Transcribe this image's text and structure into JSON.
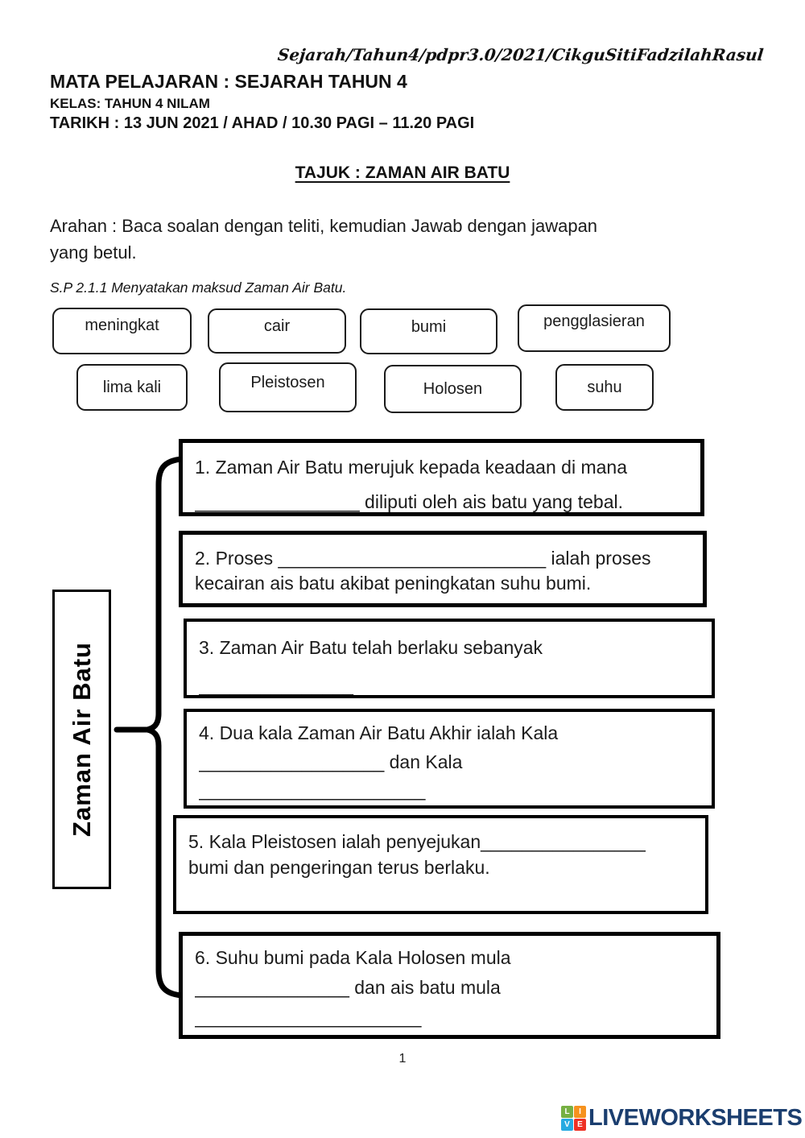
{
  "header": {
    "handwritten": "Sejarah/Tahun4/pdpr3.0/2021/CikguSitiFadzilahRasul",
    "subject": "MATA PELAJARAN : SEJARAH TAHUN 4",
    "class": "KELAS: TAHUN 4 NILAM",
    "date": "TARIKH : 13 JUN 2021 / AHAD / 10.30 PAGI – 11.20 PAGI",
    "title": "TAJUK : ZAMAN AIR BATU"
  },
  "instructions": {
    "line1": "Arahan : Baca soalan dengan teliti, kemudian Jawab dengan jawapan",
    "line2": "yang betul."
  },
  "standard": "S.P 2.1.1 Menyatakan maksud Zaman Air Batu.",
  "word_bank": [
    "meningkat",
    "cair",
    "bumi",
    "pengglasieran",
    "lima kali",
    "Pleistosen",
    "Holosen",
    "suhu"
  ],
  "diagram": {
    "side_label": "Zaman Air Batu",
    "questions": [
      {
        "lines": [
          "1. Zaman Air Batu merujuk kepada keadaan di mana",
          "________________ diliputi oleh ais batu yang tebal."
        ]
      },
      {
        "lines": [
          "2. Proses __________________________ ialah proses",
          "kecairan ais batu akibat peningkatan suhu bumi."
        ]
      },
      {
        "lines": [
          "3. Zaman Air Batu telah berlaku sebanyak",
          "_______________"
        ]
      },
      {
        "lines": [
          "4. Dua kala Zaman Air Batu Akhir ialah Kala",
          "__________________ dan Kala",
          "______________________"
        ]
      },
      {
        "lines": [
          "5. Kala Pleistosen ialah penyejukan________________",
          "bumi dan pengeringan terus berlaku."
        ]
      },
      {
        "lines": [
          "6. Suhu bumi pada Kala Holosen mula",
          "_______________ dan ais batu mula",
          "______________________"
        ]
      }
    ]
  },
  "footer": {
    "page_number": "1",
    "logo": {
      "text": "LIVEWORKSHEETS",
      "text_color": "#1B3E6F",
      "squares": [
        {
          "letter": "L",
          "color": "#76B043"
        },
        {
          "letter": "I",
          "color": "#F6921E"
        },
        {
          "letter": "V",
          "color": "#27AAE1"
        },
        {
          "letter": "E",
          "color": "#EE3124"
        }
      ]
    }
  }
}
